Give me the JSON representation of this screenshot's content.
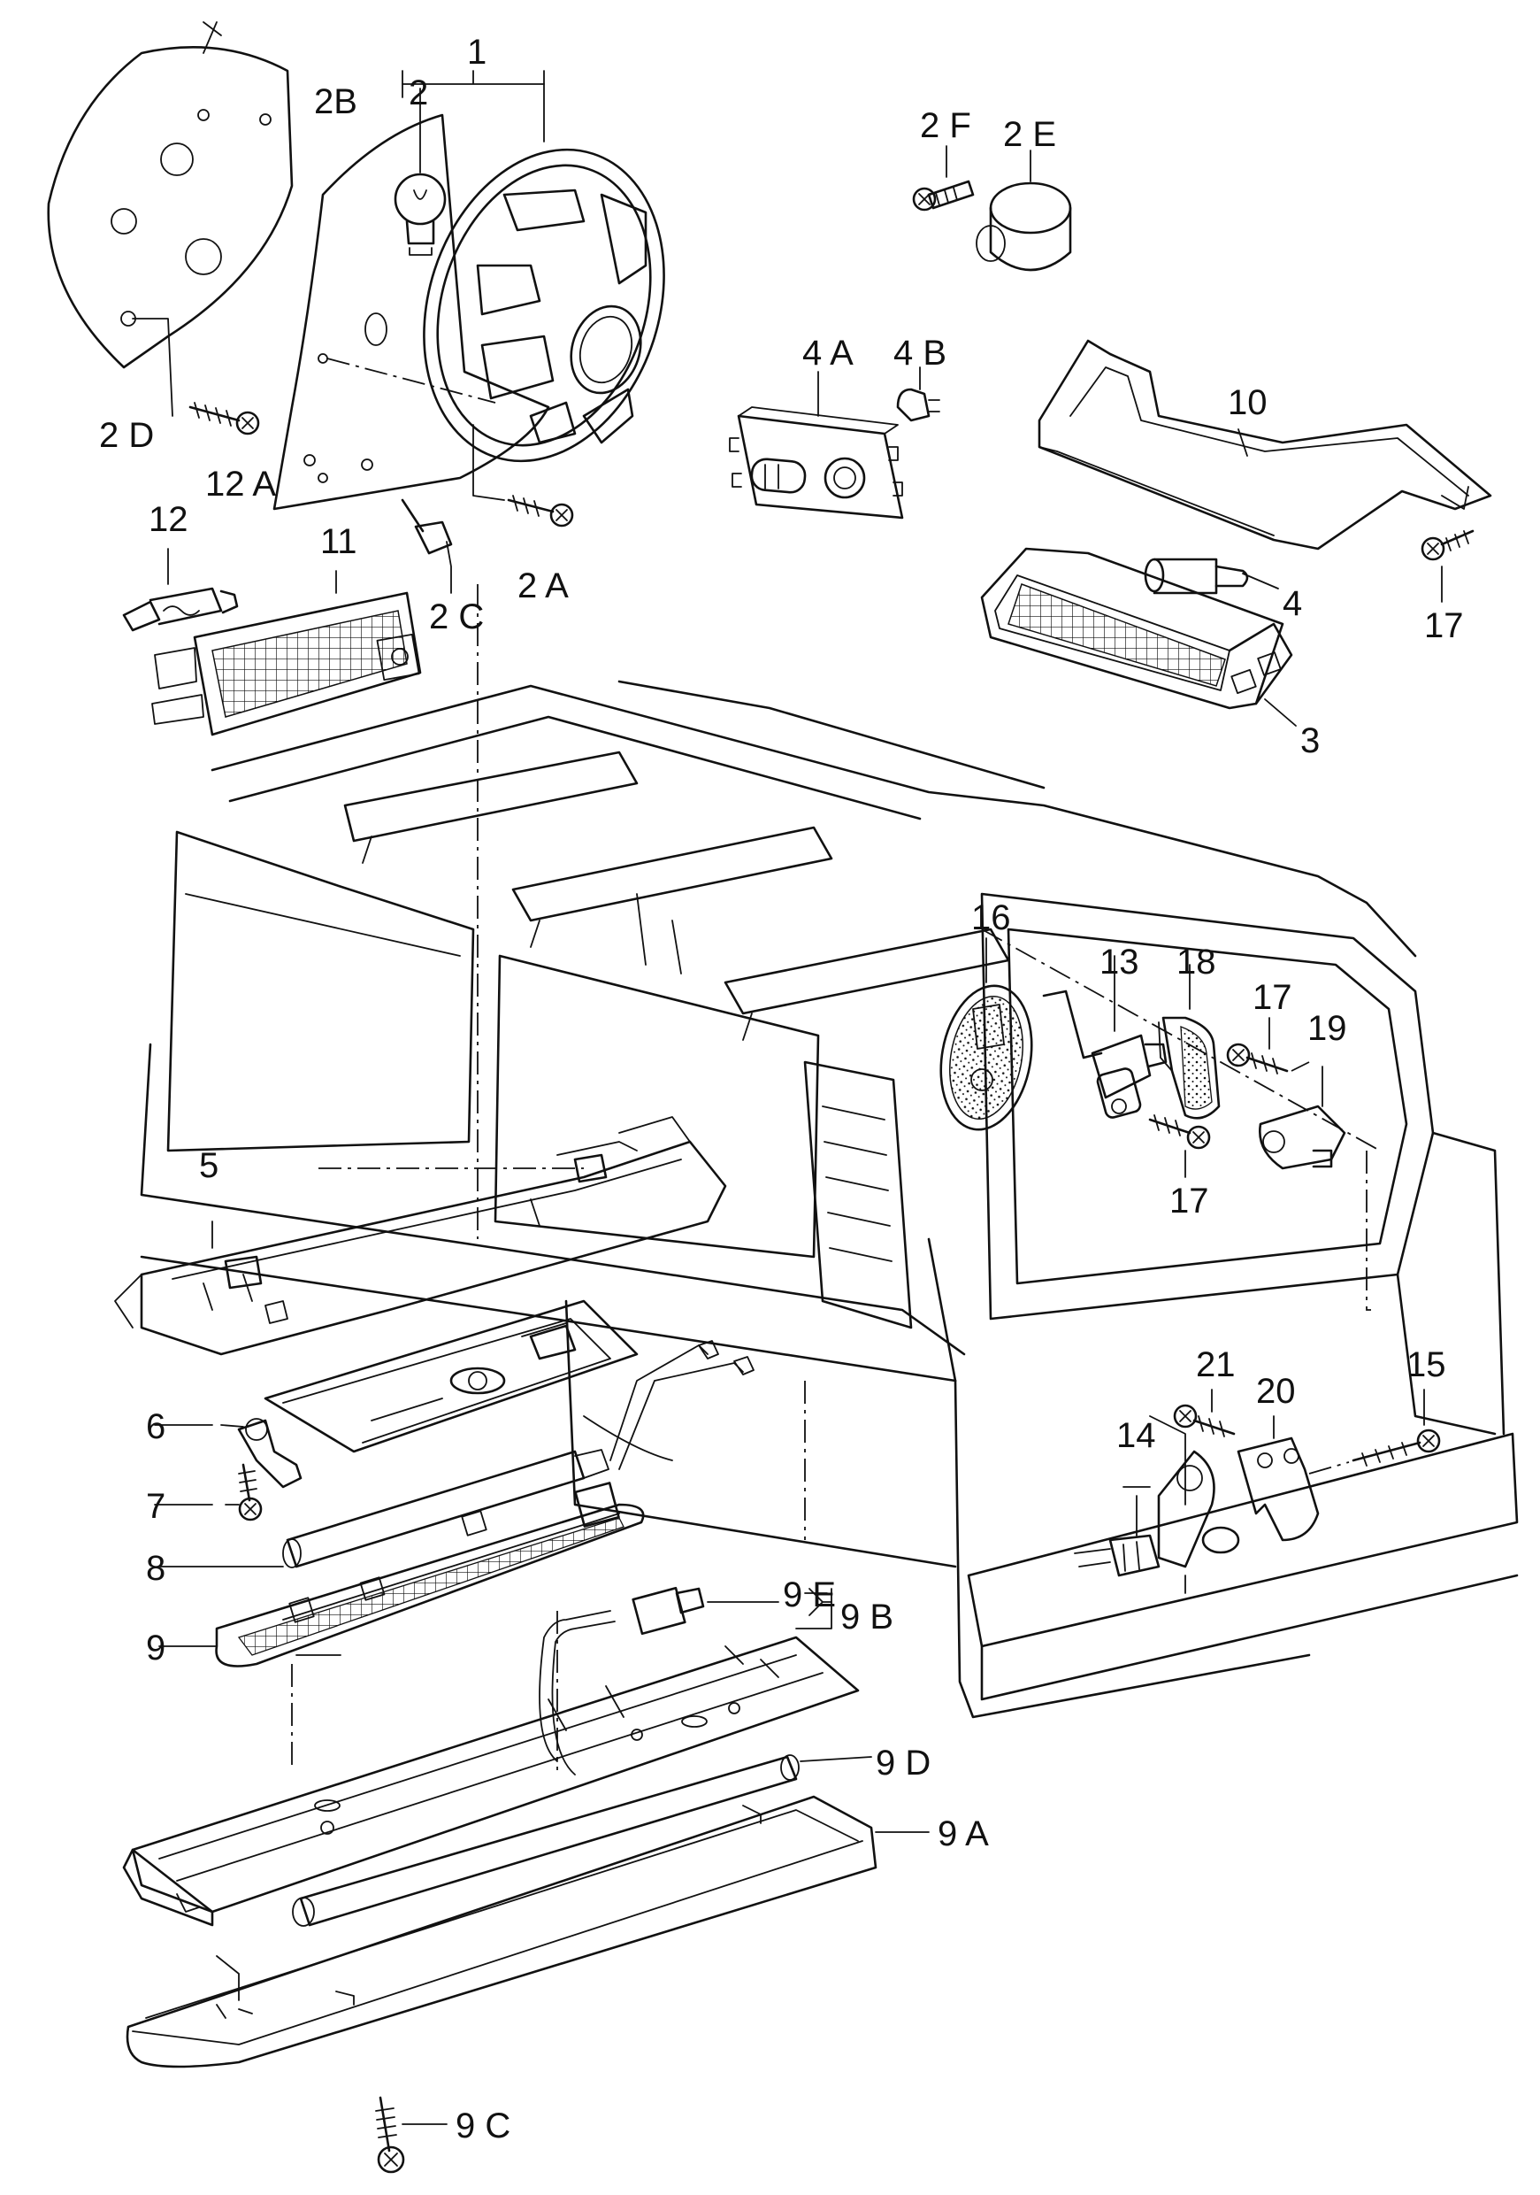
{
  "labels": {
    "l1": "1",
    "l2": "2",
    "l2a": "2 A",
    "l2b": "2B",
    "l2c": "2 C",
    "l2d": "2 D",
    "l2e": "2 E",
    "l2f": "2 F",
    "l3": "3",
    "l4": "4",
    "l4a": "4 A",
    "l4b": "4 B",
    "l5": "5",
    "l6": "6",
    "l7": "7",
    "l8": "8",
    "l9": "9",
    "l9a": "9 A",
    "l9b": "9 B",
    "l9c": "9 C",
    "l9d": "9 D",
    "l9e": "9 E",
    "l10": "10",
    "l11": "11",
    "l12": "12",
    "l12a": "12 A",
    "l13": "13",
    "l14": "14",
    "l15": "15",
    "l16": "16",
    "l17a": "17",
    "l17b": "17",
    "l17c": "17",
    "l18": "18",
    "l19": "19",
    "l20": "20",
    "l21": "21"
  }
}
